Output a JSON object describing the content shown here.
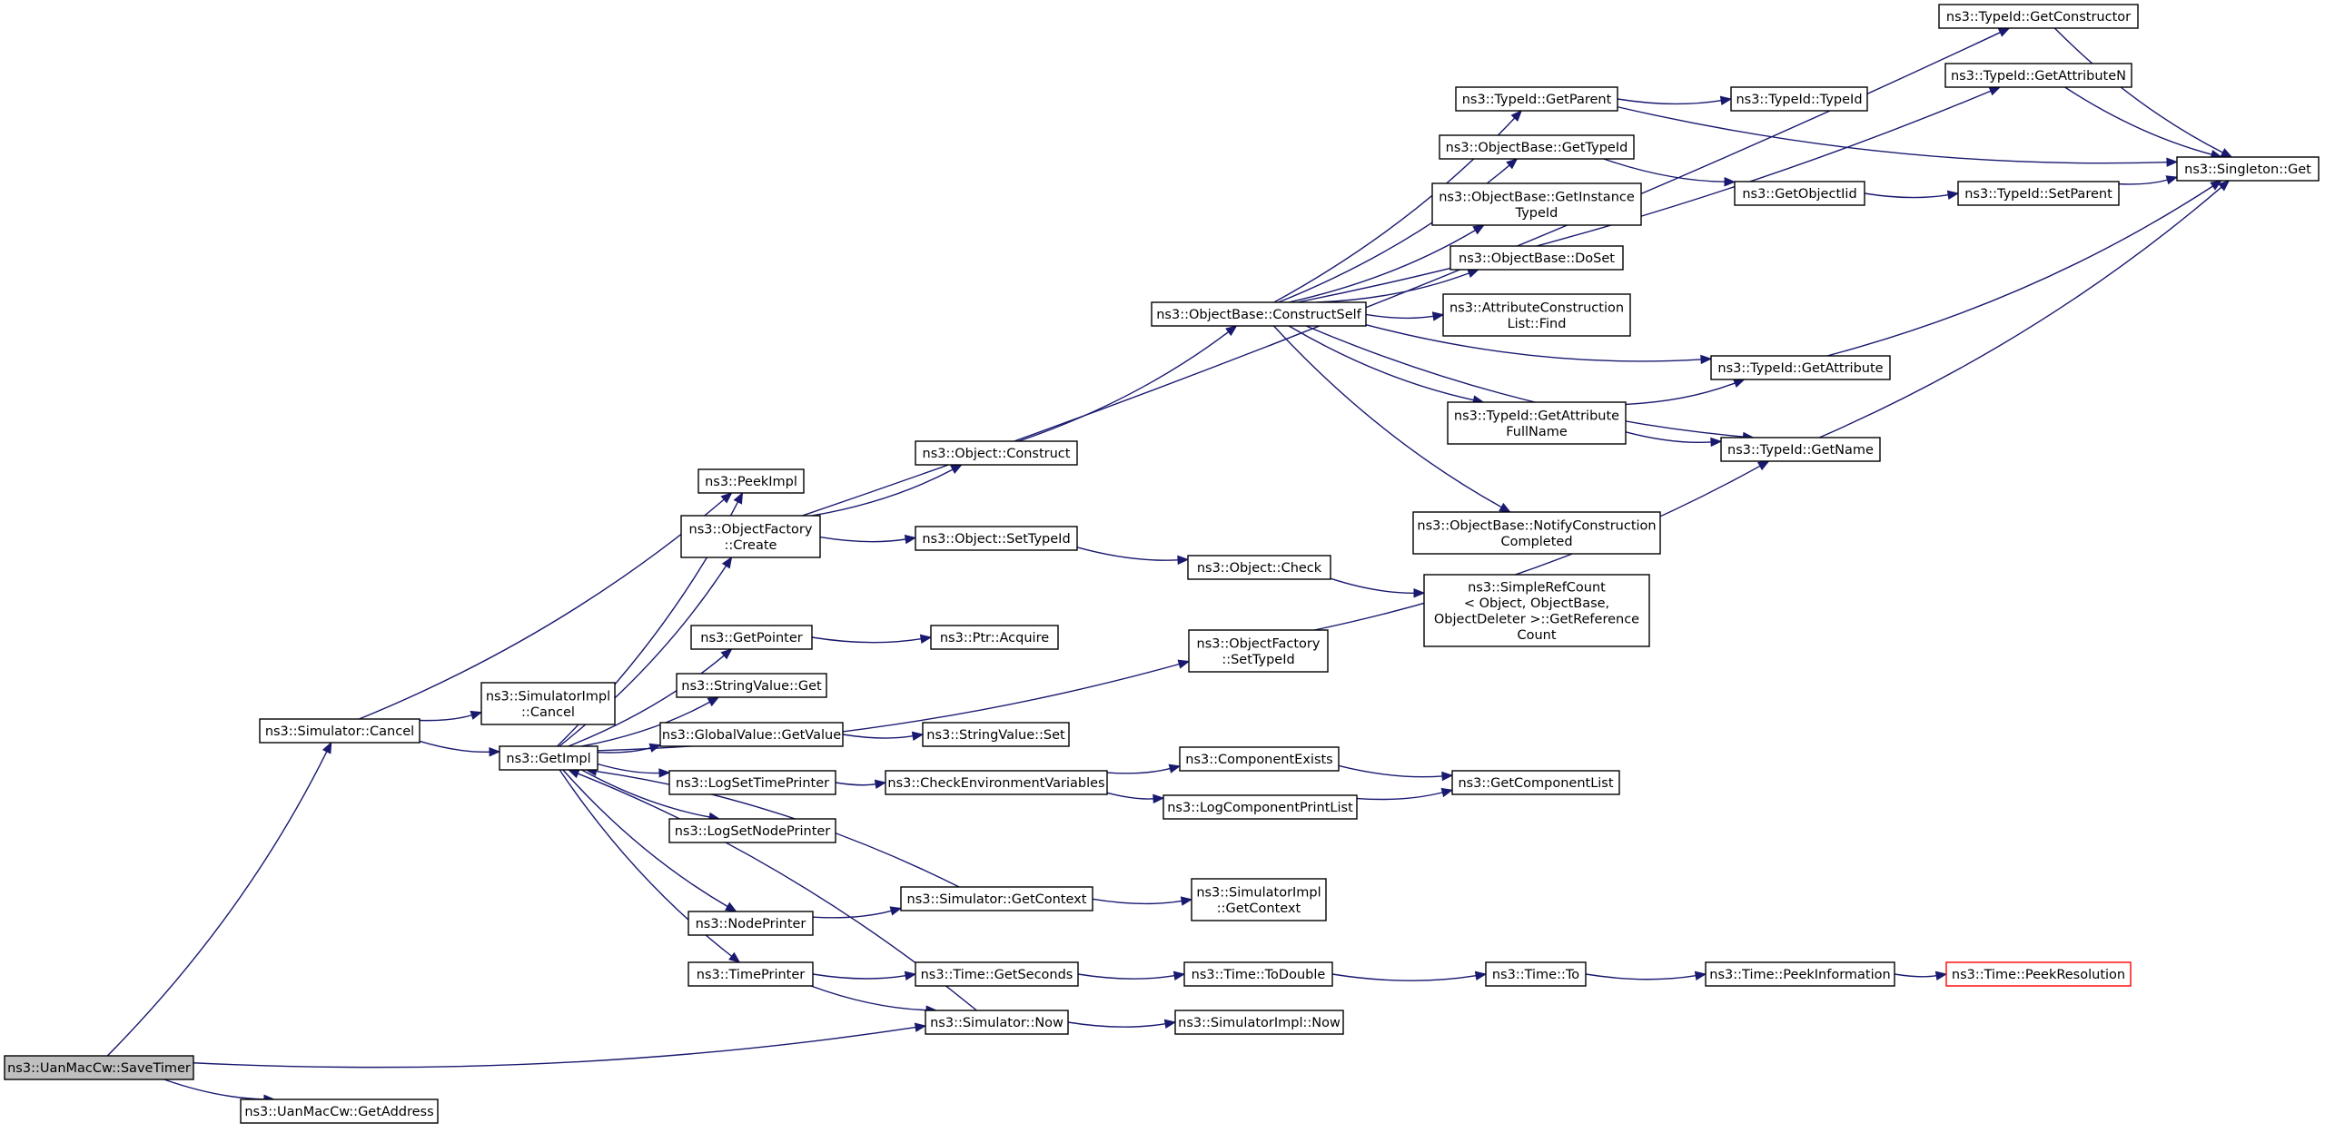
{
  "graph": {
    "root": "save_timer",
    "colors": {
      "edge": "#191970",
      "node_border": "#000000",
      "root_fill": "#bfbfbf",
      "missing_border": "#ff0000"
    },
    "nodes": [
      {
        "id": "save_timer",
        "lines": [
          "ns3::UanMacCw::SaveTimer"
        ],
        "style": "root"
      },
      {
        "id": "get_address",
        "lines": [
          "ns3::UanMacCw::GetAddress"
        ]
      },
      {
        "id": "sim_cancel",
        "lines": [
          "ns3::Simulator::Cancel"
        ]
      },
      {
        "id": "simimpl_cancel",
        "lines": [
          "ns3::SimulatorImpl",
          "::Cancel"
        ]
      },
      {
        "id": "get_impl",
        "lines": [
          "ns3::GetImpl"
        ]
      },
      {
        "id": "peek_impl",
        "lines": [
          "ns3::PeekImpl"
        ]
      },
      {
        "id": "of_create",
        "lines": [
          "ns3::ObjectFactory",
          "::Create"
        ]
      },
      {
        "id": "obj_construct",
        "lines": [
          "ns3::Object::Construct"
        ]
      },
      {
        "id": "obj_settypeid",
        "lines": [
          "ns3::Object::SetTypeId"
        ]
      },
      {
        "id": "obj_check",
        "lines": [
          "ns3::Object::Check"
        ]
      },
      {
        "id": "srefcount",
        "lines": [
          "ns3::SimpleRefCount",
          "< Object, ObjectBase,",
          " ObjectDeleter >::GetReference",
          "Count"
        ]
      },
      {
        "id": "of_settypeid",
        "lines": [
          "ns3::ObjectFactory",
          "::SetTypeId"
        ]
      },
      {
        "id": "get_pointer",
        "lines": [
          "ns3::GetPointer"
        ]
      },
      {
        "id": "ptr_acquire",
        "lines": [
          "ns3::Ptr::Acquire"
        ]
      },
      {
        "id": "strval_get",
        "lines": [
          "ns3::StringValue::Get"
        ]
      },
      {
        "id": "gv_getvalue",
        "lines": [
          "ns3::GlobalValue::GetValue"
        ]
      },
      {
        "id": "strval_set",
        "lines": [
          "ns3::StringValue::Set"
        ]
      },
      {
        "id": "log_settime",
        "lines": [
          "ns3::LogSetTimePrinter"
        ]
      },
      {
        "id": "check_env",
        "lines": [
          "ns3::CheckEnvironmentVariables"
        ]
      },
      {
        "id": "comp_exists",
        "lines": [
          "ns3::ComponentExists"
        ]
      },
      {
        "id": "log_comp_print",
        "lines": [
          "ns3::LogComponentPrintList"
        ]
      },
      {
        "id": "get_comp_list",
        "lines": [
          "ns3::GetComponentList"
        ]
      },
      {
        "id": "log_setnode",
        "lines": [
          "ns3::LogSetNodePrinter"
        ]
      },
      {
        "id": "node_printer",
        "lines": [
          "ns3::NodePrinter"
        ]
      },
      {
        "id": "sim_getcontext",
        "lines": [
          "ns3::Simulator::GetContext"
        ]
      },
      {
        "id": "simimpl_getcontext",
        "lines": [
          "ns3::SimulatorImpl",
          "::GetContext"
        ]
      },
      {
        "id": "time_printer",
        "lines": [
          "ns3::TimePrinter"
        ]
      },
      {
        "id": "time_getseconds",
        "lines": [
          "ns3::Time::GetSeconds"
        ]
      },
      {
        "id": "time_todouble",
        "lines": [
          "ns3::Time::ToDouble"
        ]
      },
      {
        "id": "time_to",
        "lines": [
          "ns3::Time::To"
        ]
      },
      {
        "id": "time_peekinfo",
        "lines": [
          "ns3::Time::PeekInformation"
        ]
      },
      {
        "id": "time_peekres",
        "lines": [
          "ns3::Time::PeekResolution"
        ],
        "style": "missing"
      },
      {
        "id": "sim_now",
        "lines": [
          "ns3::Simulator::Now"
        ]
      },
      {
        "id": "simimpl_now",
        "lines": [
          "ns3::SimulatorImpl::Now"
        ]
      },
      {
        "id": "ob_constructself",
        "lines": [
          "ns3::ObjectBase::ConstructSelf"
        ]
      },
      {
        "id": "tid_getparent",
        "lines": [
          "ns3::TypeId::GetParent"
        ]
      },
      {
        "id": "tid_typeid",
        "lines": [
          "ns3::TypeId::TypeId"
        ]
      },
      {
        "id": "ob_gettypeid",
        "lines": [
          "ns3::ObjectBase::GetTypeId"
        ]
      },
      {
        "id": "ob_getinstance",
        "lines": [
          "ns3::ObjectBase::GetInstance",
          "TypeId"
        ]
      },
      {
        "id": "ob_doset",
        "lines": [
          "ns3::ObjectBase::DoSet"
        ]
      },
      {
        "id": "acl_find",
        "lines": [
          "ns3::AttributeConstruction",
          "List::Find"
        ]
      },
      {
        "id": "tid_getattrfull",
        "lines": [
          "ns3::TypeId::GetAttribute",
          "FullName"
        ]
      },
      {
        "id": "ob_notify",
        "lines": [
          "ns3::ObjectBase::NotifyConstruction",
          "Completed"
        ]
      },
      {
        "id": "tid_getconstructor",
        "lines": [
          "ns3::TypeId::GetConstructor"
        ]
      },
      {
        "id": "tid_getattrn",
        "lines": [
          "ns3::TypeId::GetAttributeN"
        ]
      },
      {
        "id": "singleton_get",
        "lines": [
          "ns3::Singleton::Get"
        ]
      },
      {
        "id": "get_objectiid",
        "lines": [
          "ns3::GetObjectIid"
        ]
      },
      {
        "id": "tid_setparent",
        "lines": [
          "ns3::TypeId::SetParent"
        ]
      },
      {
        "id": "tid_getattr",
        "lines": [
          "ns3::TypeId::GetAttribute"
        ]
      },
      {
        "id": "tid_getname",
        "lines": [
          "ns3::TypeId::GetName"
        ]
      }
    ],
    "edges": [
      [
        "save_timer",
        "sim_cancel"
      ],
      [
        "save_timer",
        "get_address"
      ],
      [
        "save_timer",
        "sim_now"
      ],
      [
        "sim_cancel",
        "simimpl_cancel"
      ],
      [
        "sim_cancel",
        "get_impl"
      ],
      [
        "sim_cancel",
        "peek_impl"
      ],
      [
        "get_impl",
        "peek_impl"
      ],
      [
        "get_impl",
        "of_create"
      ],
      [
        "get_impl",
        "of_settypeid"
      ],
      [
        "get_impl",
        "get_pointer"
      ],
      [
        "get_impl",
        "strval_get"
      ],
      [
        "get_impl",
        "gv_getvalue"
      ],
      [
        "get_impl",
        "log_settime"
      ],
      [
        "get_impl",
        "log_setnode"
      ],
      [
        "get_impl",
        "node_printer"
      ],
      [
        "get_impl",
        "time_printer"
      ],
      [
        "sim_getcontext",
        "get_impl"
      ],
      [
        "sim_now",
        "get_impl"
      ],
      [
        "of_create",
        "obj_construct"
      ],
      [
        "of_create",
        "obj_settypeid"
      ],
      [
        "of_create",
        "tid_getconstructor"
      ],
      [
        "obj_construct",
        "ob_constructself"
      ],
      [
        "obj_settypeid",
        "obj_check"
      ],
      [
        "obj_check",
        "srefcount"
      ],
      [
        "of_settypeid",
        "tid_getname"
      ],
      [
        "get_pointer",
        "ptr_acquire"
      ],
      [
        "gv_getvalue",
        "strval_set"
      ],
      [
        "log_settime",
        "check_env"
      ],
      [
        "check_env",
        "comp_exists"
      ],
      [
        "check_env",
        "log_comp_print"
      ],
      [
        "comp_exists",
        "get_comp_list"
      ],
      [
        "log_comp_print",
        "get_comp_list"
      ],
      [
        "node_printer",
        "sim_getcontext"
      ],
      [
        "sim_getcontext",
        "simimpl_getcontext"
      ],
      [
        "time_printer",
        "time_getseconds"
      ],
      [
        "time_printer",
        "sim_now"
      ],
      [
        "time_getseconds",
        "time_todouble"
      ],
      [
        "time_todouble",
        "time_to"
      ],
      [
        "time_to",
        "time_peekinfo"
      ],
      [
        "time_peekinfo",
        "time_peekres"
      ],
      [
        "sim_now",
        "simimpl_now"
      ],
      [
        "ob_constructself",
        "tid_getattrn"
      ],
      [
        "ob_constructself",
        "tid_getparent"
      ],
      [
        "ob_constructself",
        "ob_gettypeid"
      ],
      [
        "ob_constructself",
        "ob_getinstance"
      ],
      [
        "ob_constructself",
        "ob_doset"
      ],
      [
        "ob_constructself",
        "acl_find"
      ],
      [
        "ob_constructself",
        "tid_getattr"
      ],
      [
        "ob_constructself",
        "tid_getattrfull"
      ],
      [
        "ob_constructself",
        "tid_getname"
      ],
      [
        "ob_constructself",
        "ob_notify"
      ],
      [
        "tid_getparent",
        "tid_typeid"
      ],
      [
        "tid_getparent",
        "singleton_get"
      ],
      [
        "ob_gettypeid",
        "get_objectiid"
      ],
      [
        "get_objectiid",
        "tid_setparent"
      ],
      [
        "tid_setparent",
        "singleton_get"
      ],
      [
        "tid_getconstructor",
        "singleton_get"
      ],
      [
        "tid_getattrn",
        "singleton_get"
      ],
      [
        "tid_getattr",
        "singleton_get"
      ],
      [
        "tid_getattrfull",
        "tid_getattr"
      ],
      [
        "tid_getattrfull",
        "tid_getname"
      ],
      [
        "tid_getname",
        "singleton_get"
      ]
    ]
  }
}
